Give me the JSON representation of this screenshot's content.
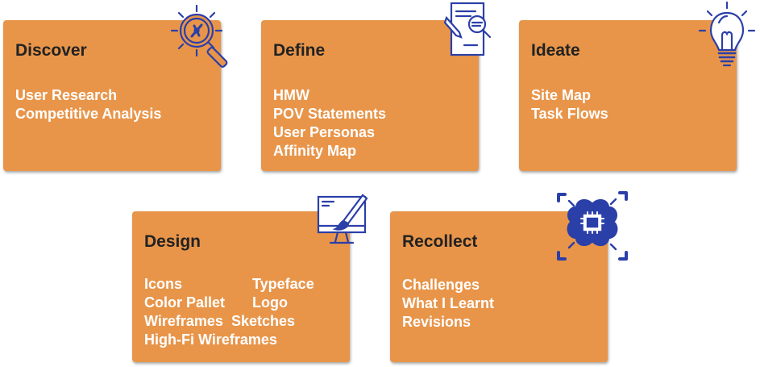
{
  "cards": {
    "discover": {
      "title": "Discover",
      "items": [
        "User Research",
        "Competitive Analysis"
      ],
      "icon": "compass-magnifier-icon"
    },
    "define": {
      "title": "Define",
      "items": [
        "HMW",
        "POV Statements",
        "User Personas",
        "Affinity Map"
      ],
      "icon": "document-search-icon"
    },
    "ideate": {
      "title": "Ideate",
      "items": [
        "Site Map",
        "Task Flows"
      ],
      "icon": "lightbulb-icon"
    },
    "design": {
      "title": "Design",
      "items": [
        "Icons",
        "Typeface",
        "Color Pallet",
        "Logo",
        "Wireframes",
        "Sketches",
        "High-Fi Wireframes"
      ],
      "icon": "monitor-brush-icon"
    },
    "recollect": {
      "title": "Recollect",
      "items": [
        "Challenges",
        "What I Learnt",
        "Revisions"
      ],
      "icon": "brain-chip-icon"
    }
  },
  "colors": {
    "card": "#E8954A",
    "title": "#222222",
    "item": "#ffffff",
    "icon": "#2B3FA8"
  }
}
